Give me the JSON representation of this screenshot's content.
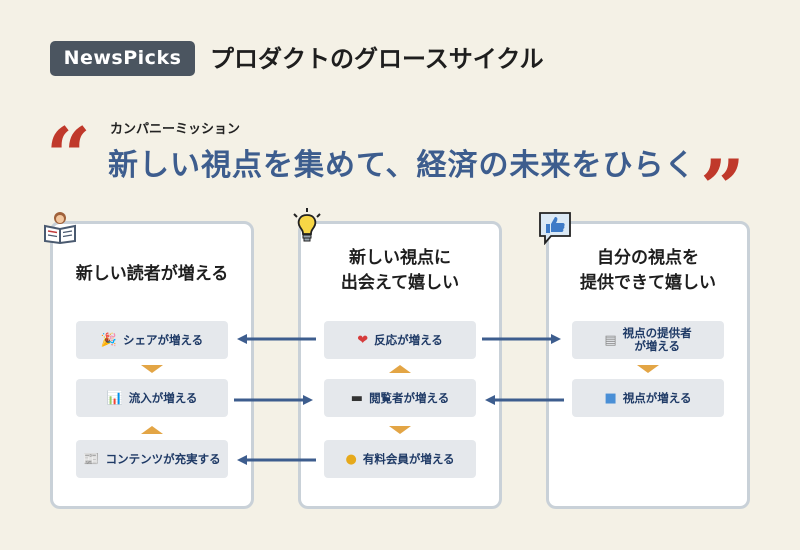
{
  "header": {
    "brand": "NewsPicks",
    "title": "プロダクトのグロースサイクル"
  },
  "mission": {
    "label": "カンパニーミッション",
    "text": "新しい視点を集めて、経済の未来をひらく",
    "open_quote": "“",
    "close_quote": "”"
  },
  "panels": [
    {
      "title": "新しい読者が増える",
      "icon": "reader-book-icon",
      "items": [
        {
          "label": "シェアが増える",
          "icon": "🎉"
        },
        {
          "label": "流入が増える",
          "icon": "📊"
        },
        {
          "label": "コンテンツが充実する",
          "icon": "📰"
        }
      ]
    },
    {
      "title": "新しい視点に出会えて嬉しい",
      "title_lines": [
        "新しい視点に",
        "出会えて嬉しい"
      ],
      "icon": "lightbulb-icon",
      "items": [
        {
          "label": "反応が増える",
          "icon": "❤"
        },
        {
          "label": "閲覧者が増える",
          "icon": "▬"
        },
        {
          "label": "有料会員が増える",
          "icon": "●"
        }
      ]
    },
    {
      "title": "自分の視点を提供できて嬉しい",
      "title_lines": [
        "自分の視点を",
        "提供できて嬉しい"
      ],
      "icon": "thumbs-up-icon",
      "items": [
        {
          "label_lines": [
            "視点の提供者",
            "が増える"
          ],
          "icon": "▤"
        },
        {
          "label": "視点が増える",
          "icon": "■"
        }
      ]
    }
  ],
  "colors": {
    "background": "#f4f1e6",
    "brand_bg": "#4b5560",
    "mission_text": "#3d5d8e",
    "quote": "#c0392b",
    "arrow": "#3d5d8e",
    "triangle": "#e3a545",
    "box_bg": "#e5e8ec"
  }
}
